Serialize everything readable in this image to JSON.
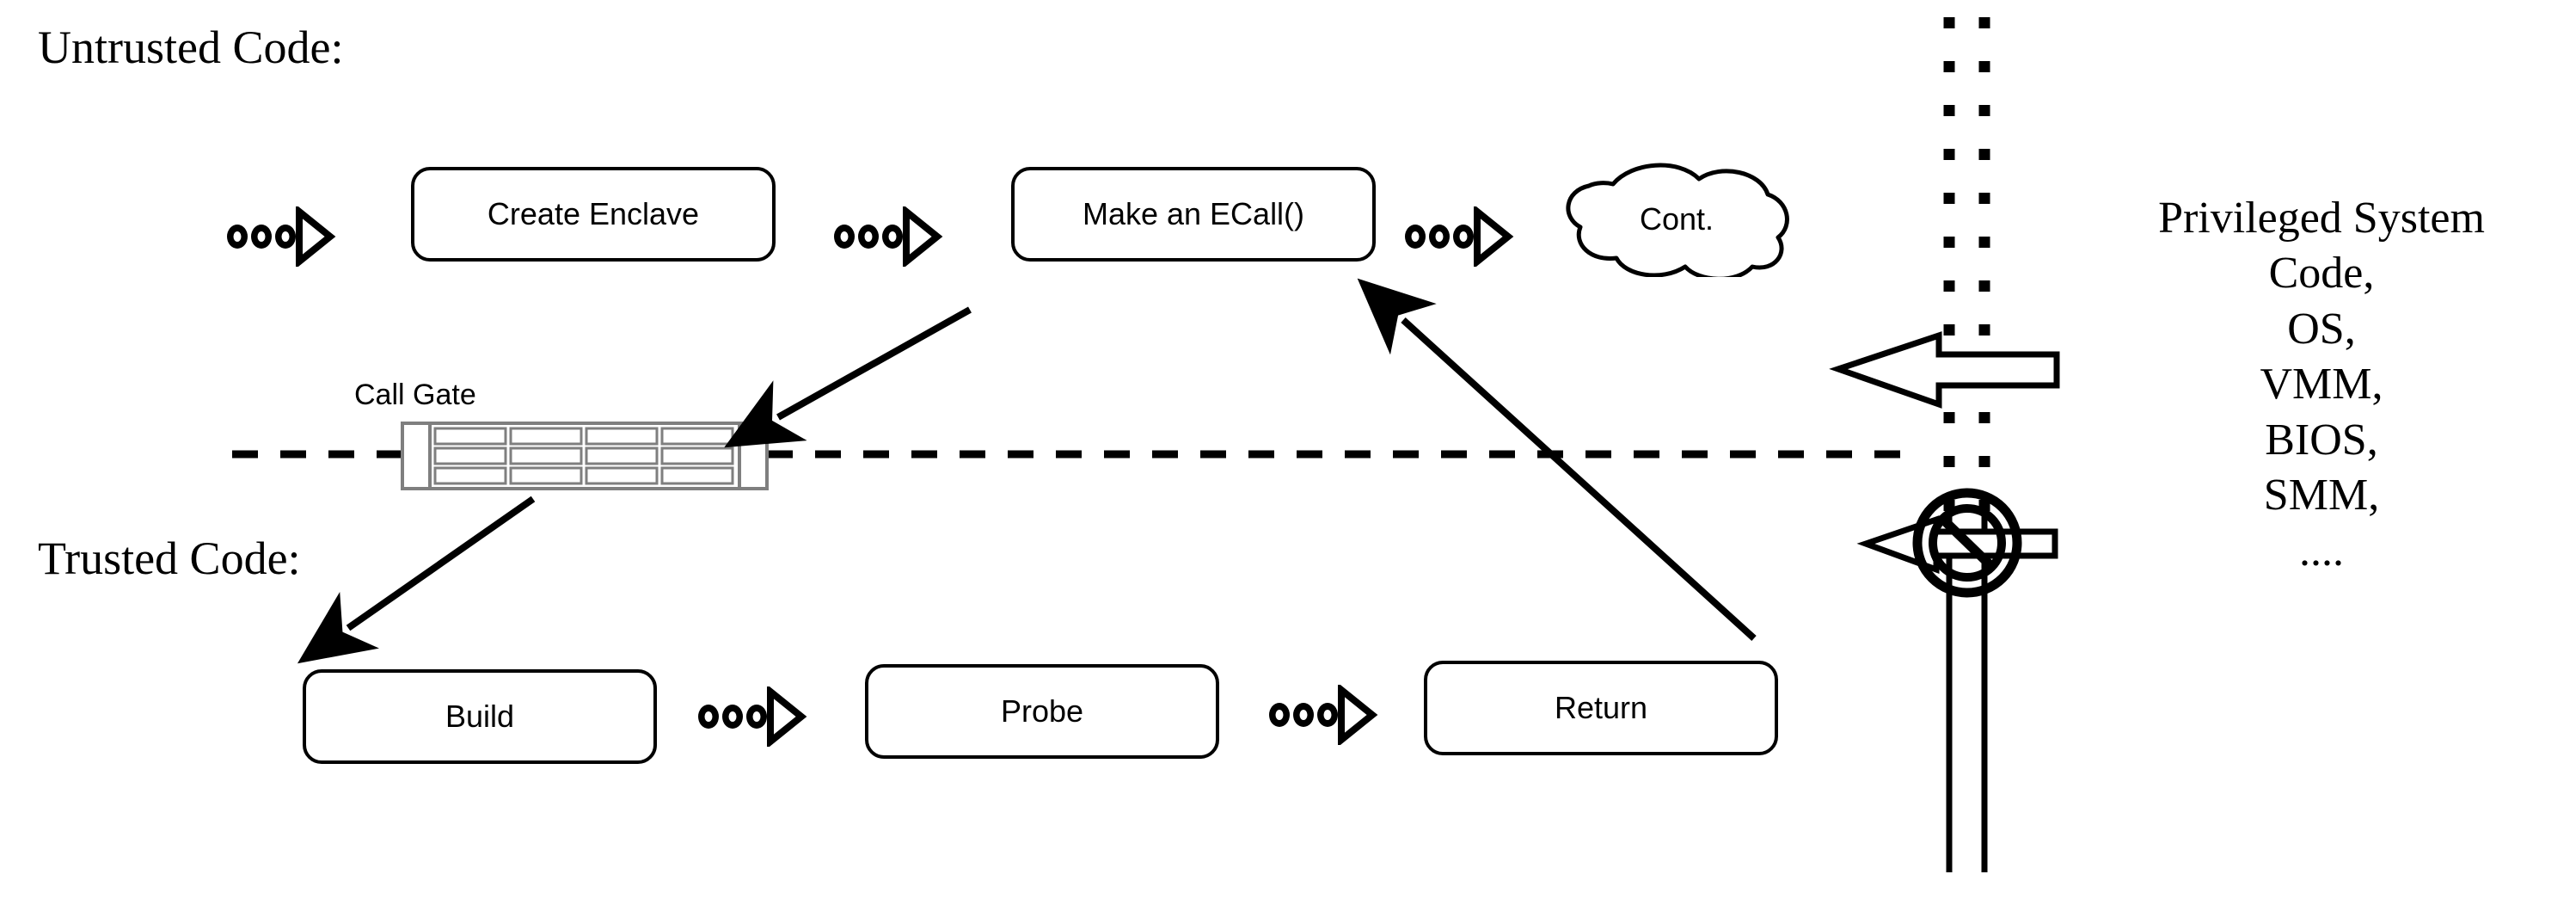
{
  "labels": {
    "untrusted": "Untrusted Code:",
    "trusted": "Trusted Code:",
    "call_gate": "Call Gate"
  },
  "privileged": {
    "lines": [
      "Privileged System",
      "Code,",
      "OS,",
      "VMM,",
      "BIOS,",
      "SMM,",
      "...."
    ]
  },
  "untrusted_flow": {
    "nodes": [
      {
        "id": "create-enclave",
        "label": "Create Enclave",
        "shape": "rounded-rect"
      },
      {
        "id": "make-ecall",
        "label": "Make an ECall()",
        "shape": "rounded-rect"
      },
      {
        "id": "cont",
        "label": "Cont.",
        "shape": "cloud"
      }
    ],
    "connectors": [
      {
        "id": "dotted-arrow-1",
        "kind": "three-dots-triangle"
      },
      {
        "id": "dotted-arrow-2",
        "kind": "three-dots-triangle"
      },
      {
        "id": "dotted-arrow-3",
        "kind": "three-dots-triangle"
      }
    ]
  },
  "trusted_flow": {
    "nodes": [
      {
        "id": "build",
        "label": "Build",
        "shape": "rounded-rect"
      },
      {
        "id": "probe",
        "label": "Probe",
        "shape": "rounded-rect"
      },
      {
        "id": "return",
        "label": "Return",
        "shape": "rounded-rect"
      }
    ],
    "connectors": [
      {
        "id": "dotted-arrow-4",
        "kind": "three-dots-triangle"
      },
      {
        "id": "dotted-arrow-5",
        "kind": "three-dots-triangle"
      }
    ]
  },
  "boundary": {
    "id": "trust-boundary",
    "style": "dashed-horizontal-line"
  },
  "call_gate": {
    "id": "call-gate",
    "panels": 4,
    "slats_per_panel": 3,
    "frame_color": "#7f7f7f"
  },
  "attack_channel": {
    "vertical_lines": 2,
    "dotted_segment": "top",
    "solid_segment": "bottom",
    "allowed_arrow": {
      "id": "privileged-access-arrow",
      "direction": "left"
    },
    "blocked_arrow": {
      "id": "blocked-access-arrow",
      "direction": "left",
      "badge": "no-entry-icon"
    }
  },
  "colors": {
    "stroke": "#000000",
    "background": "#ffffff",
    "gate_gray": "#7f7f7f"
  }
}
